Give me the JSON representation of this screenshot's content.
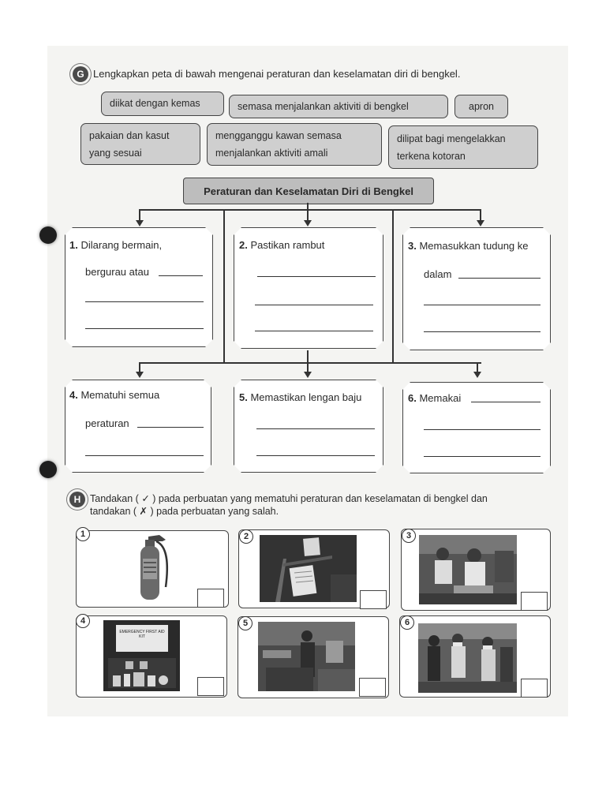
{
  "section_g": {
    "badge": "G",
    "instruction": "Lengkapkan peta di bawah mengenai peraturan dan keselamatan diri di bengkel."
  },
  "word_bank": [
    "diikat dengan kemas",
    "semasa menjalankan aktiviti di bengkel",
    "apron",
    "pakaian dan kasut yang sesuai",
    "mengganggu kawan semasa menjalankan aktiviti amali",
    "dilipat bagi mengelakkan terkena kotoran"
  ],
  "map_title": "Peraturan dan Keselamatan Diri di Bengkel",
  "rules": [
    {
      "num": "1.",
      "line1": "Dilarang bermain,",
      "line2": "bergurau atau"
    },
    {
      "num": "2.",
      "line1": "Pastikan rambut",
      "line2": ""
    },
    {
      "num": "3.",
      "line1": "Memasukkan tudung ke",
      "line2": "dalam"
    },
    {
      "num": "4.",
      "line1": "Mematuhi semua",
      "line2": "peraturan"
    },
    {
      "num": "5.",
      "line1": "Memastikan lengan baju",
      "line2": ""
    },
    {
      "num": "6.",
      "line1": "Memakai",
      "line2": ""
    }
  ],
  "section_h": {
    "badge": "H",
    "instruction_line1": "Tandakan ( ✓ ) pada perbuatan yang mematuhi peraturan dan keselamatan di bengkel dan",
    "instruction_line2": "tandakan ( ✗ ) pada perbuatan yang salah."
  },
  "photos": [
    {
      "num": "1",
      "subject": "fire-extinguisher"
    },
    {
      "num": "2",
      "subject": "workshop-tools"
    },
    {
      "num": "3",
      "subject": "students-working"
    },
    {
      "num": "4",
      "subject": "first-aid-kit",
      "label": "EMERGENCY FIRST AID KIT"
    },
    {
      "num": "5",
      "subject": "workshop-room"
    },
    {
      "num": "6",
      "subject": "students-wearing-masks"
    }
  ],
  "colors": {
    "box_fill": "#cfcfcf",
    "title_fill": "#bdbdbd",
    "border": "#444444"
  }
}
